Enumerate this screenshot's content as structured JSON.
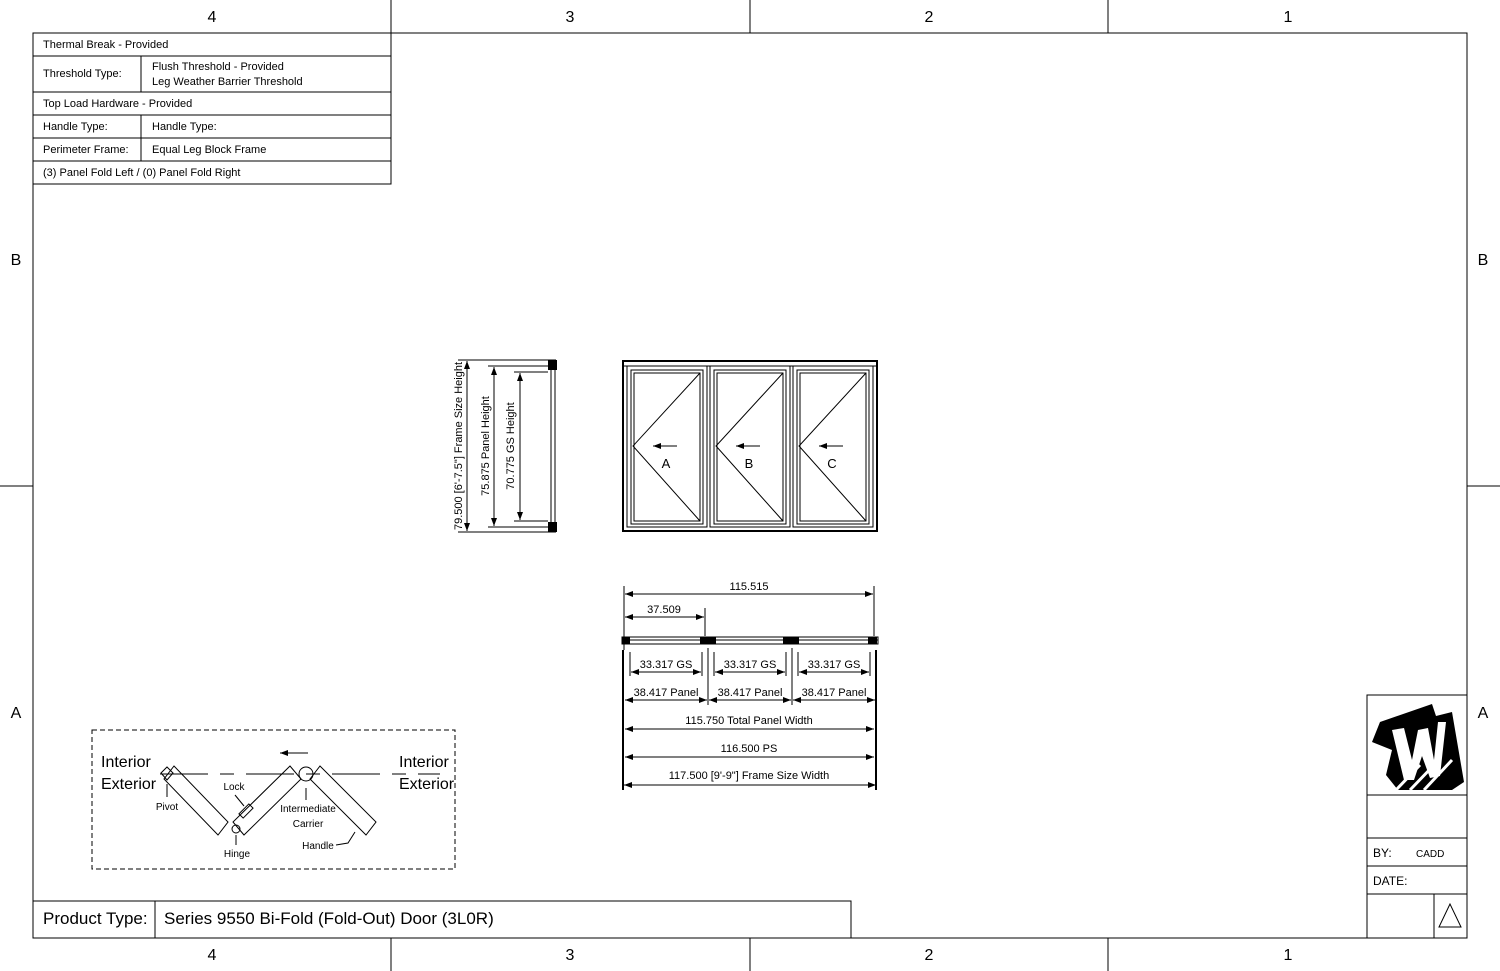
{
  "zones": {
    "top": [
      "4",
      "3",
      "2",
      "1"
    ],
    "bottom": [
      "4",
      "3",
      "2",
      "1"
    ],
    "left": [
      "B",
      "A"
    ],
    "right": [
      "B",
      "A"
    ]
  },
  "spec_table": {
    "thermal_break": "Thermal Break - Provided",
    "threshold_label": "Threshold Type:",
    "threshold_value_a": "Flush Threshold - Provided",
    "threshold_value_b": "Leg Weather Barrier Threshold",
    "top_load": "Top Load Hardware - Provided",
    "handle_label": "Handle Type:",
    "handle_value": "Handle Type:",
    "frame_label": "Perimeter Frame:",
    "frame_value": "Equal Leg Block Frame",
    "fold": "(3) Panel Fold Left / (0) Panel Fold Right"
  },
  "section": {
    "frame_height": "79.500 [6'-7.5\"] Frame Size Height",
    "panel_height": "75.875 Panel Height",
    "gs_height": "70.775 GS Height"
  },
  "elevation": {
    "panels": [
      "A",
      "B",
      "C"
    ]
  },
  "plan": {
    "overall": "115.515",
    "first": "37.509",
    "gs": [
      "33.317 GS",
      "33.317 GS",
      "33.317 GS"
    ],
    "panel": [
      "38.417 Panel",
      "38.417 Panel",
      "38.417 Panel"
    ],
    "total_panel": "115.750 Total Panel Width",
    "ps": "116.500 PS",
    "frame_width": "117.500 [9'-9\"] Frame Size Width"
  },
  "fold_diagram": {
    "interior": "Interior",
    "exterior": "Exterior",
    "pivot": "Pivot",
    "lock": "Lock",
    "hinge": "Hinge",
    "carrier_1": "Intermediate",
    "carrier_2": "Carrier",
    "handle": "Handle"
  },
  "product": {
    "label": "Product Type:",
    "value": "Series 9550 Bi-Fold (Fold-Out) Door (3L0R)"
  },
  "title_block": {
    "by_label": "BY:",
    "by_value": "CADD",
    "date_label": "DATE:"
  }
}
